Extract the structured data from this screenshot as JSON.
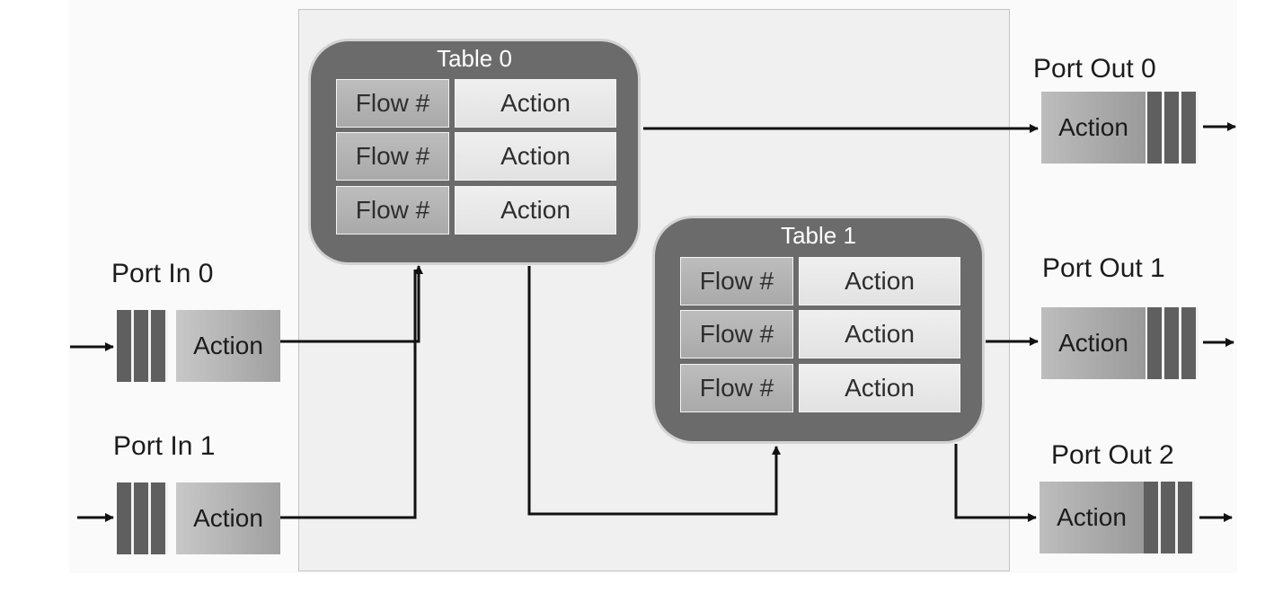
{
  "tables": [
    {
      "title": "Table 0",
      "rows": [
        {
          "flow": "Flow #",
          "action": "Action"
        },
        {
          "flow": "Flow #",
          "action": "Action"
        },
        {
          "flow": "Flow #",
          "action": "Action"
        }
      ]
    },
    {
      "title": "Table 1",
      "rows": [
        {
          "flow": "Flow #",
          "action": "Action"
        },
        {
          "flow": "Flow #",
          "action": "Action"
        },
        {
          "flow": "Flow #",
          "action": "Action"
        }
      ]
    }
  ],
  "ports_in": [
    {
      "label": "Port In 0",
      "action": "Action"
    },
    {
      "label": "Port In 1",
      "action": "Action"
    }
  ],
  "ports_out": [
    {
      "label": "Port Out 0",
      "action": "Action"
    },
    {
      "label": "Port Out 1",
      "action": "Action"
    },
    {
      "label": "Port Out 2",
      "action": "Action"
    }
  ]
}
